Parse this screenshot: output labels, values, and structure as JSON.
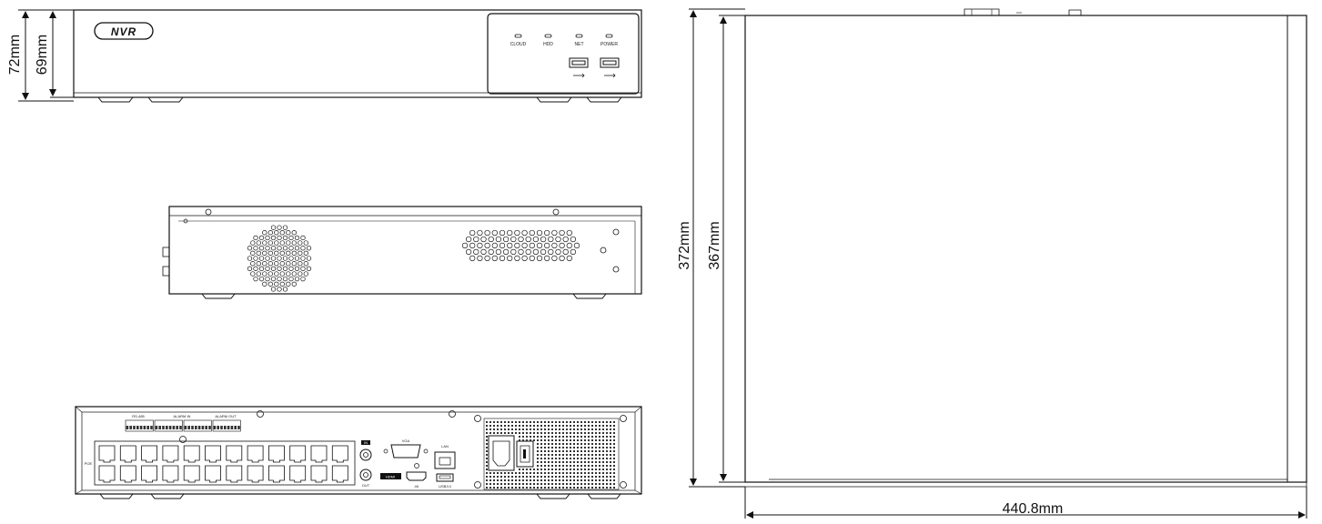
{
  "front_view": {
    "logo_text": "NVR",
    "indicators": [
      "CLOUD",
      "HDD",
      "NET",
      "POWER"
    ],
    "dim_outer": "72mm",
    "dim_inner": "69mm"
  },
  "rear_view": {
    "rs485_label": "RS-485",
    "alarm_in_label": "ALARM IN",
    "alarm_out_label": "ALARM OUT",
    "vga_label": "VGA",
    "lan_label": "LAN",
    "hdmi_label": "HDMI",
    "hdmi_res_label": "4K",
    "usb_label": "USB3.0",
    "poe_label": "POE",
    "in_label": "IN",
    "out_label": "OUT"
  },
  "top_view": {
    "dim_depth_outer": "372mm",
    "dim_depth_inner": "367mm",
    "dim_width": "440.8mm"
  }
}
